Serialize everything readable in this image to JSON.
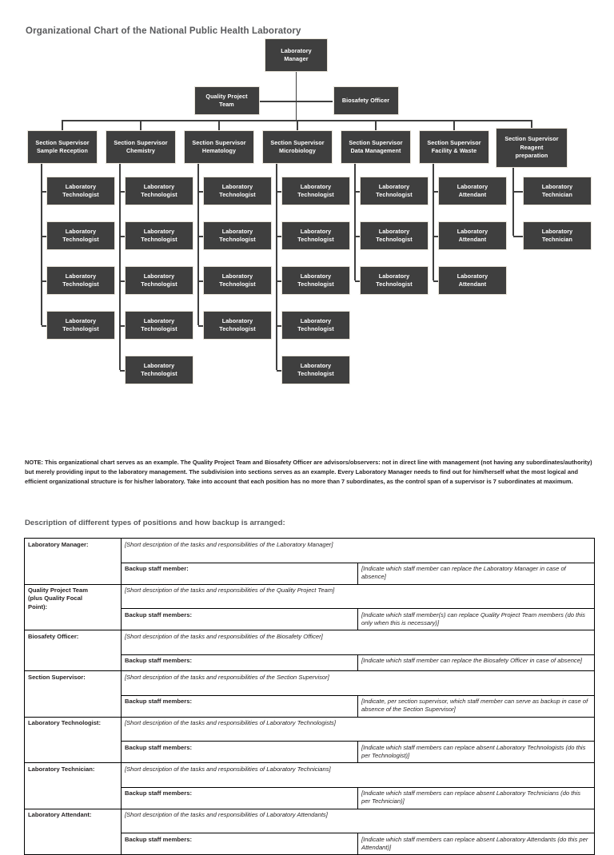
{
  "document": {
    "title": "Organizational Chart of the National Public Health Laboratory",
    "subheading": "Description of different types of positions and how backup is arranged:",
    "note": "NOTE: This organizational chart serves as an example. The Quality Project Team and Biosafety Officer are advisors/observers: not in direct line with management (not having any subordinates/authority) but merely providing input to the laboratory management. The subdivision into sections serves as an example. Every Laboratory Manager needs to find out for him/herself what the most logical and efficient organizational structure is for his/her laboratory. Take into account that each position has no more than 7 subordinates, as the control span of a supervisor is 7 subordinates at maximum."
  },
  "colors": {
    "box_fill": "#3f3f3f",
    "box_border": "#e8e3d8",
    "box_text": "#ffffff",
    "title_text": "#58595b",
    "line": "#3f3f3f",
    "page_background": "#ffffff"
  },
  "chart": {
    "root": {
      "line1": "Laboratory",
      "line2": "Manager"
    },
    "advisors": [
      {
        "line1": "Quality Project",
        "line2": "Team"
      },
      {
        "line1": "Biosafety Officer",
        "line2": ""
      }
    ],
    "sections": [
      {
        "supervisor": {
          "line1": "Section Supervisor",
          "line2": "Sample Reception",
          "line3": ""
        },
        "staff_label": {
          "line1": "Laboratory",
          "line2": "Technologist"
        },
        "staff_count": 4
      },
      {
        "supervisor": {
          "line1": "Section Supervisor",
          "line2": "Chemistry",
          "line3": ""
        },
        "staff_label": {
          "line1": "Laboratory",
          "line2": "Technologist"
        },
        "staff_count": 5
      },
      {
        "supervisor": {
          "line1": "Section Supervisor",
          "line2": "Hematology",
          "line3": ""
        },
        "staff_label": {
          "line1": "Laboratory",
          "line2": "Technologist"
        },
        "staff_count": 4
      },
      {
        "supervisor": {
          "line1": "Section Supervisor",
          "line2": "Microbiology",
          "line3": ""
        },
        "staff_label": {
          "line1": "Laboratory",
          "line2": "Technologist"
        },
        "staff_count": 5
      },
      {
        "supervisor": {
          "line1": "Section Supervisor",
          "line2": "Data Management",
          "line3": ""
        },
        "staff_label": {
          "line1": "Laboratory",
          "line2": "Technologist"
        },
        "staff_count": 3
      },
      {
        "supervisor": {
          "line1": "Section Supervisor",
          "line2": "Facility & Waste",
          "line3": ""
        },
        "staff_label": {
          "line1": "Laboratory",
          "line2": "Attendant"
        },
        "staff_count": 3
      },
      {
        "supervisor": {
          "line1": "Section Supervisor",
          "line2": "Reagent",
          "line3": "preparation"
        },
        "staff_label": {
          "line1": "Laboratory",
          "line2": "Technician"
        },
        "staff_count": 2
      }
    ]
  },
  "table": {
    "rows": [
      {
        "role": "Laboratory Manager:",
        "description": "[Short description of the tasks and responsibilities of the Laboratory Manager]",
        "backup_label": "Backup staff member:",
        "backup_value": "[Indicate which staff member can replace the Laboratory Manager in case of absence]",
        "role_lines": [
          "Laboratory Manager:"
        ]
      },
      {
        "role": "Quality Project Team (plus Quality Focal Point):",
        "description": "[Short description of the tasks and responsibilities of the Quality Project Team]",
        "backup_label": "Backup staff members:",
        "backup_value": "[Indicate which staff member(s) can replace Quality Project Team members (do this only when this is necessary)]",
        "role_lines": [
          "Quality Project Team",
          "(plus Quality Focal",
          "Point):"
        ]
      },
      {
        "role": "Biosafety Officer:",
        "description": "[Short description of the tasks and responsibilities of the Biosafety Officer]",
        "backup_label": "Backup staff members:",
        "backup_value": "[Indicate which staff member can replace the Biosafety Officer in case of absence]",
        "role_lines": [
          "Biosafety Officer:"
        ]
      },
      {
        "role": "Section Supervisor:",
        "description": "[Short description of the tasks and responsibilities of the Section Supervisor]",
        "backup_label": "Backup staff members:",
        "backup_value": "[Indicate, per section supervisor, which staff member can serve as backup in case of absence of the Section Supervisor]",
        "role_lines": [
          "Section Supervisor:"
        ]
      },
      {
        "role": "Laboratory Technologist:",
        "description": "[Short description of the tasks and responsibilities of Laboratory Technologists]",
        "backup_label": "Backup staff members:",
        "backup_value": "[Indicate which staff members can replace absent Laboratory Technologists (do this per Technologist)]",
        "role_lines": [
          "Laboratory Technologist:"
        ]
      },
      {
        "role": "Laboratory Technician:",
        "description": "[Short description of the tasks and responsibilities of Laboratory Technicians]",
        "backup_label": "Backup staff members:",
        "backup_value": "[Indicate which staff members can replace absent Laboratory Technicians (do this per Technician)]",
        "role_lines": [
          "Laboratory Technician:"
        ]
      },
      {
        "role": "Laboratory Attendant:",
        "description": "[Short description of the tasks and responsibilities of Laboratory Attendants]",
        "backup_label": "Backup staff members:",
        "backup_value": "[Indicate which staff members can replace absent Laboratory Attendants (do this per Attendant)]",
        "role_lines": [
          "Laboratory Attendant:"
        ]
      }
    ]
  }
}
